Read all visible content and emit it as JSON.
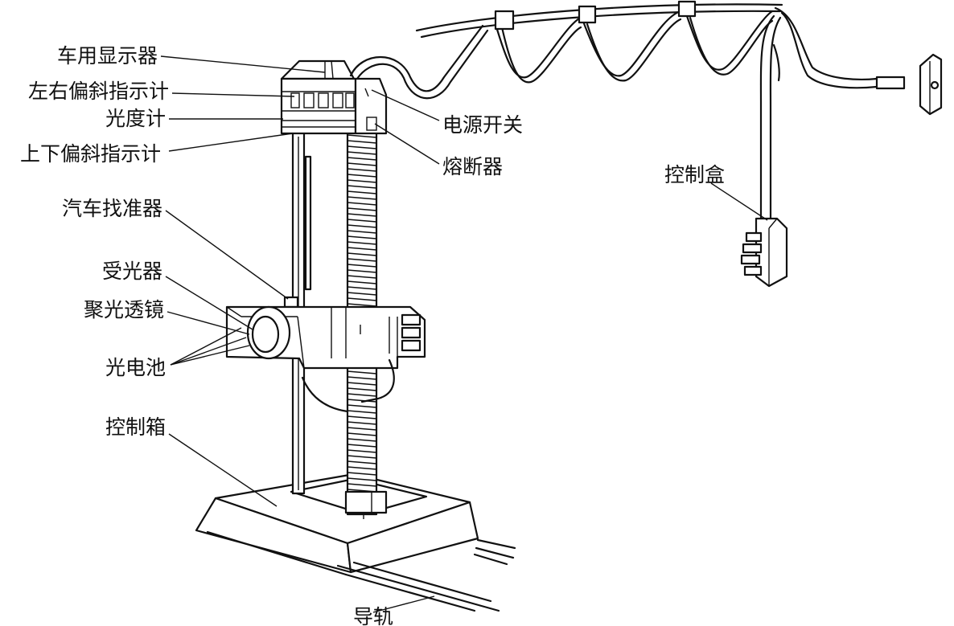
{
  "labels": {
    "car_display": "车用显示器",
    "lr_tilt_indicator": "左右偏斜指示计",
    "photometer": "光度计",
    "ud_tilt_indicator": "上下偏斜指示计",
    "car_sight": "汽车找准器",
    "light_receiver": "受光器",
    "condenser_lens": "聚光透镜",
    "photocell": "光电池",
    "control_box": "控制箱",
    "guide_rail": "导轨",
    "power_switch": "电源开关",
    "fuse": "熔断器",
    "control_pendant": "控制盒"
  },
  "colors": {
    "ink": "#111111",
    "background": "#ffffff"
  }
}
